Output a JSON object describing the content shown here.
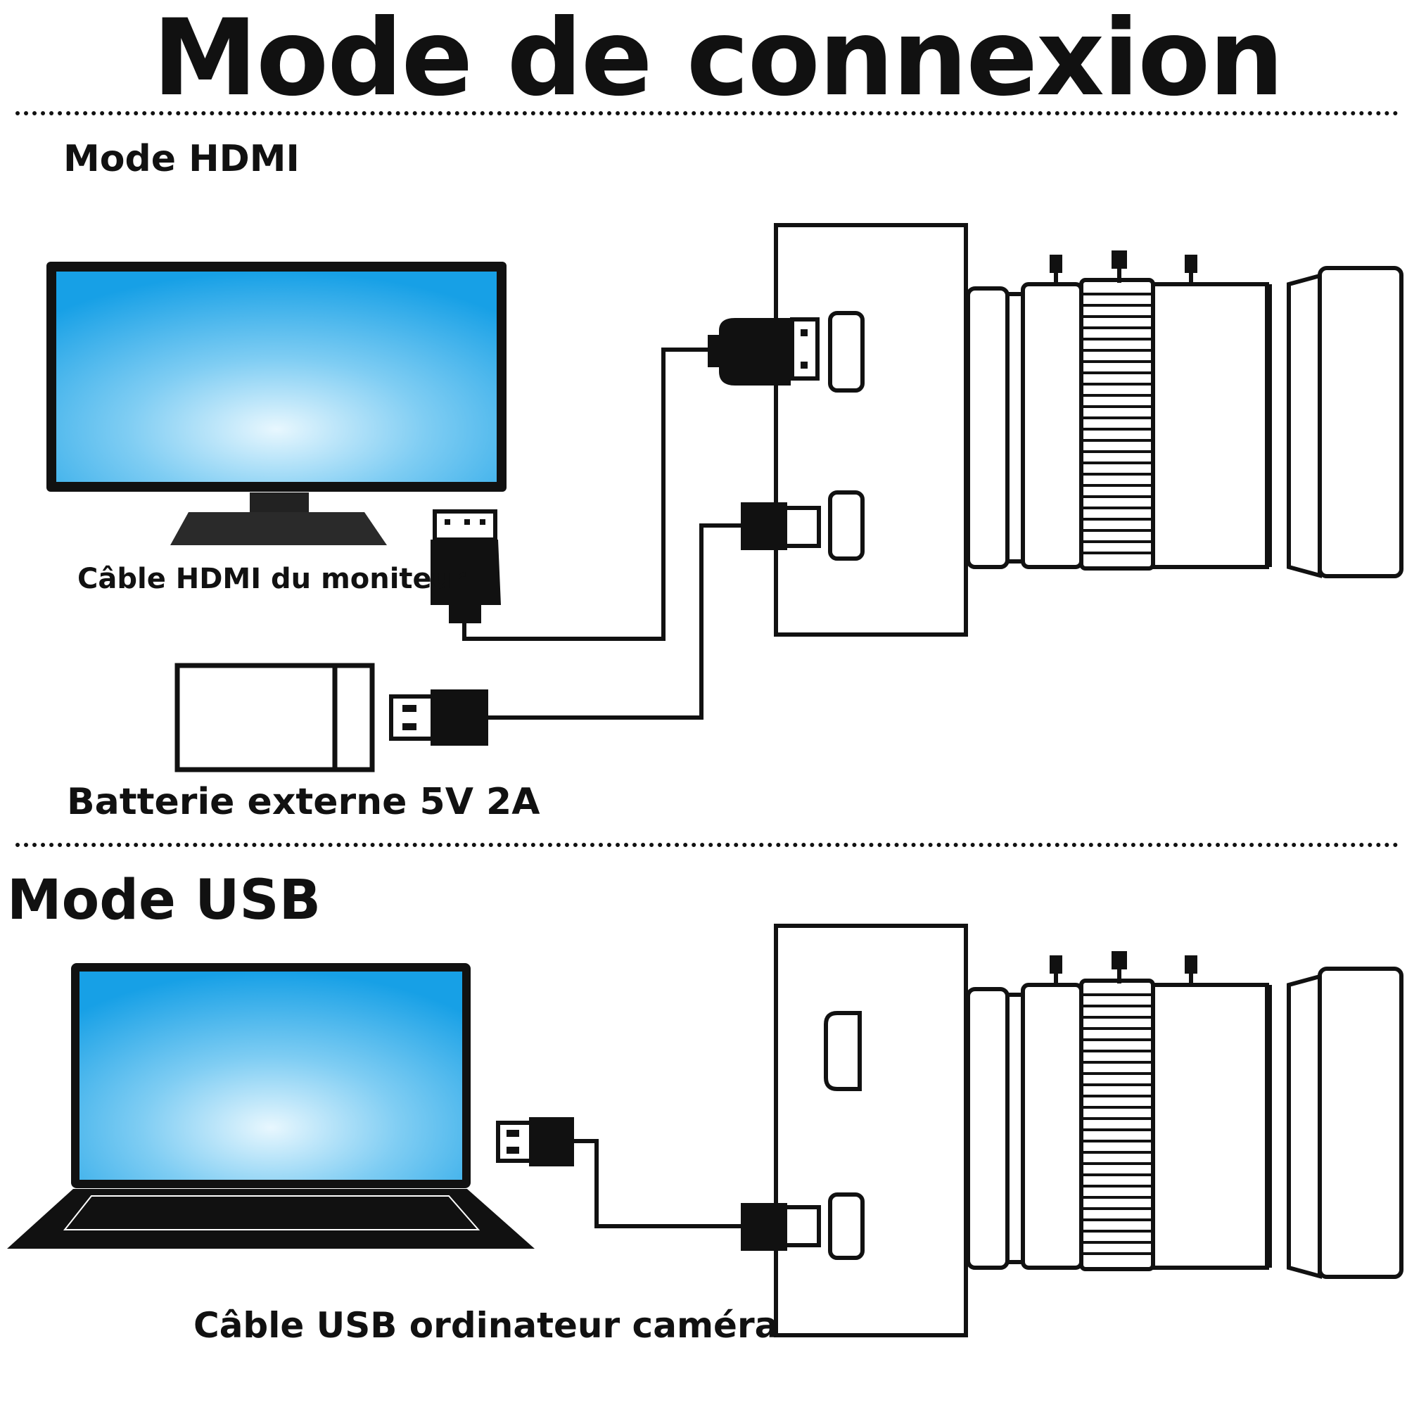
{
  "title": "Mode de connexion",
  "sections": {
    "hdmi": {
      "heading": "Mode HDMI",
      "monitor_label": "Câble HDMI du moniteur",
      "battery_label": "Batterie externe 5V 2A"
    },
    "usb": {
      "heading": "Mode USB",
      "cable_label": "Câble USB ordinateur caméra"
    }
  },
  "colors": {
    "screen": "#17a0e6",
    "screen_glow": "#e6f6fd",
    "ink": "#111111",
    "background": "#ffffff"
  },
  "icons": [
    "monitor-icon",
    "laptop-icon",
    "power-bank-icon",
    "hdmi-plug-icon",
    "usb-plug-icon",
    "camera-icon",
    "lens-icon"
  ]
}
